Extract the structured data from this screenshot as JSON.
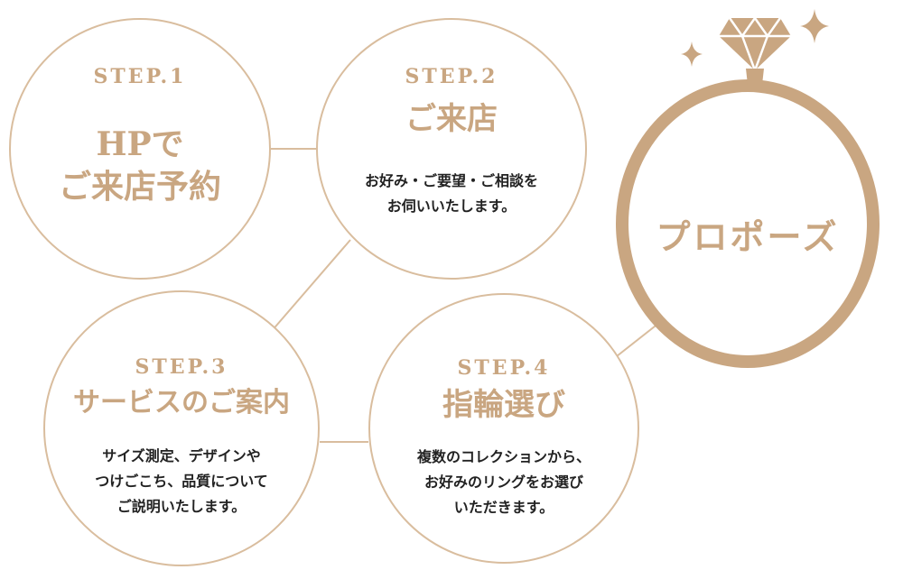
{
  "colors": {
    "accent": "#c9a681",
    "circle_border": "#d9bd9e",
    "text_dark": "#222222"
  },
  "steps": [
    {
      "label": "STEP.1",
      "title_lines": [
        "HPで",
        "ご来店予約"
      ],
      "desc_lines": []
    },
    {
      "label": "STEP.2",
      "title_lines": [
        "ご来店"
      ],
      "desc_lines": [
        "お好み・ご要望・ご相談を",
        "お伺いいたします。"
      ]
    },
    {
      "label": "STEP.3",
      "title_lines": [
        "サービスのご案内"
      ],
      "desc_lines": [
        "サイズ測定、デザインや",
        "つけごこち、品質について",
        "ご説明いたします。"
      ]
    },
    {
      "label": "STEP.4",
      "title_lines": [
        "指輪選び"
      ],
      "desc_lines": [
        "複数のコレクションから、",
        "お好みのリングをお選び",
        "いただきます。"
      ]
    }
  ],
  "goal": {
    "label": "プロポーズ",
    "icons": [
      "diamond-icon",
      "sparkle-icon",
      "sparkle-icon"
    ]
  }
}
